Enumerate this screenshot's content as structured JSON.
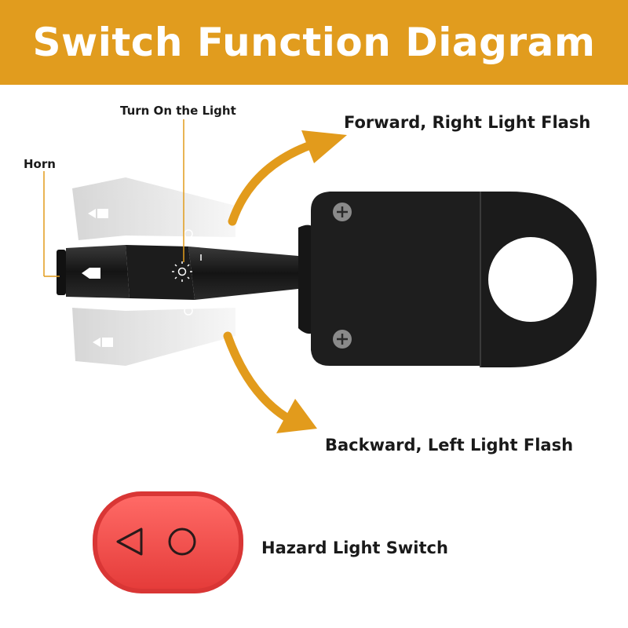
{
  "header": {
    "title": "Switch Function Diagram"
  },
  "labels": {
    "horn": "Horn",
    "turn_on_light": "Turn On the Light",
    "forward": "Forward, Right Light Flash",
    "backward": "Backward, Left Light Flash",
    "hazard": "Hazard Light Switch"
  },
  "colors": {
    "banner": "#e19c1e",
    "arrow": "#e29b1c",
    "switch_body": "#1e1e1e",
    "hazard_button": "#f04a48"
  },
  "icons": [
    "horn-icon",
    "light-icon",
    "triangle-icon",
    "circle-icon",
    "screw-icon"
  ]
}
